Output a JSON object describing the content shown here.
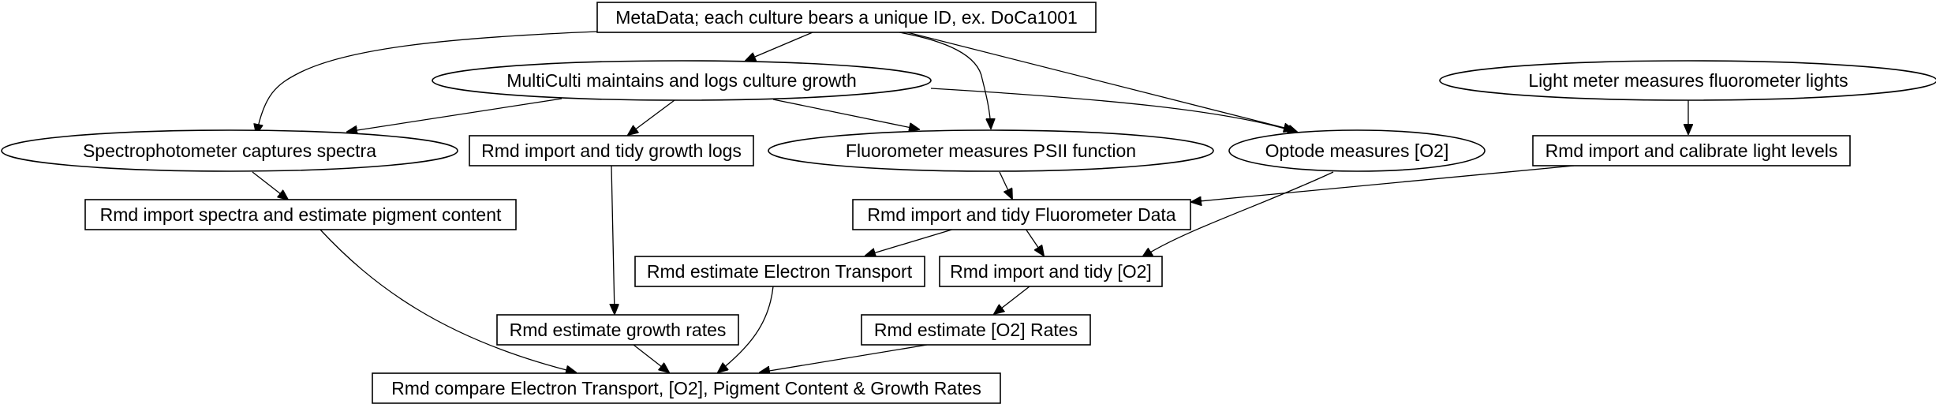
{
  "nodes": [
    {
      "id": "metadata",
      "label": "MetaData; each culture bears a unique ID, ex. DoCa1001",
      "shape": "box"
    },
    {
      "id": "multiculti",
      "label": "MultiCulti maintains and logs culture growth",
      "shape": "ellipse"
    },
    {
      "id": "lightmeter",
      "label": "Light meter measures fluorometer lights",
      "shape": "ellipse"
    },
    {
      "id": "spectro",
      "label": "Spectrophotometer captures spectra",
      "shape": "ellipse"
    },
    {
      "id": "growthlogs",
      "label": "Rmd import and tidy growth logs",
      "shape": "box"
    },
    {
      "id": "fluoro",
      "label": "Fluorometer measures PSII function",
      "shape": "ellipse"
    },
    {
      "id": "optode",
      "label": "Optode measures [O2]",
      "shape": "ellipse"
    },
    {
      "id": "calibrate",
      "label": "Rmd import and calibrate light levels",
      "shape": "box"
    },
    {
      "id": "pigment",
      "label": "Rmd import spectra and estimate pigment content",
      "shape": "box"
    },
    {
      "id": "tidyfluoro",
      "label": "Rmd import and tidy Fluorometer Data",
      "shape": "box"
    },
    {
      "id": "etr",
      "label": "Rmd estimate Electron Transport",
      "shape": "box"
    },
    {
      "id": "tidyo2",
      "label": "Rmd import and tidy [O2]",
      "shape": "box"
    },
    {
      "id": "growthrates",
      "label": "Rmd estimate growth rates",
      "shape": "box"
    },
    {
      "id": "o2rates",
      "label": "Rmd estimate [O2] Rates",
      "shape": "box"
    },
    {
      "id": "compare",
      "label": "Rmd compare Electron Transport, [O2], Pigment Content & Growth Rates",
      "shape": "box"
    }
  ],
  "edges": [
    {
      "from": "metadata",
      "to": "multiculti"
    },
    {
      "from": "metadata",
      "to": "spectro"
    },
    {
      "from": "metadata",
      "to": "fluoro"
    },
    {
      "from": "metadata",
      "to": "optode"
    },
    {
      "from": "multiculti",
      "to": "spectro"
    },
    {
      "from": "multiculti",
      "to": "growthlogs"
    },
    {
      "from": "multiculti",
      "to": "fluoro"
    },
    {
      "from": "multiculti",
      "to": "optode"
    },
    {
      "from": "lightmeter",
      "to": "calibrate"
    },
    {
      "from": "spectro",
      "to": "pigment"
    },
    {
      "from": "fluoro",
      "to": "tidyfluoro"
    },
    {
      "from": "calibrate",
      "to": "tidyfluoro"
    },
    {
      "from": "optode",
      "to": "tidyo2"
    },
    {
      "from": "tidyfluoro",
      "to": "etr"
    },
    {
      "from": "tidyfluoro",
      "to": "tidyo2"
    },
    {
      "from": "growthlogs",
      "to": "growthrates"
    },
    {
      "from": "tidyo2",
      "to": "o2rates"
    },
    {
      "from": "pigment",
      "to": "compare"
    },
    {
      "from": "etr",
      "to": "compare"
    },
    {
      "from": "growthrates",
      "to": "compare"
    },
    {
      "from": "o2rates",
      "to": "compare"
    }
  ]
}
